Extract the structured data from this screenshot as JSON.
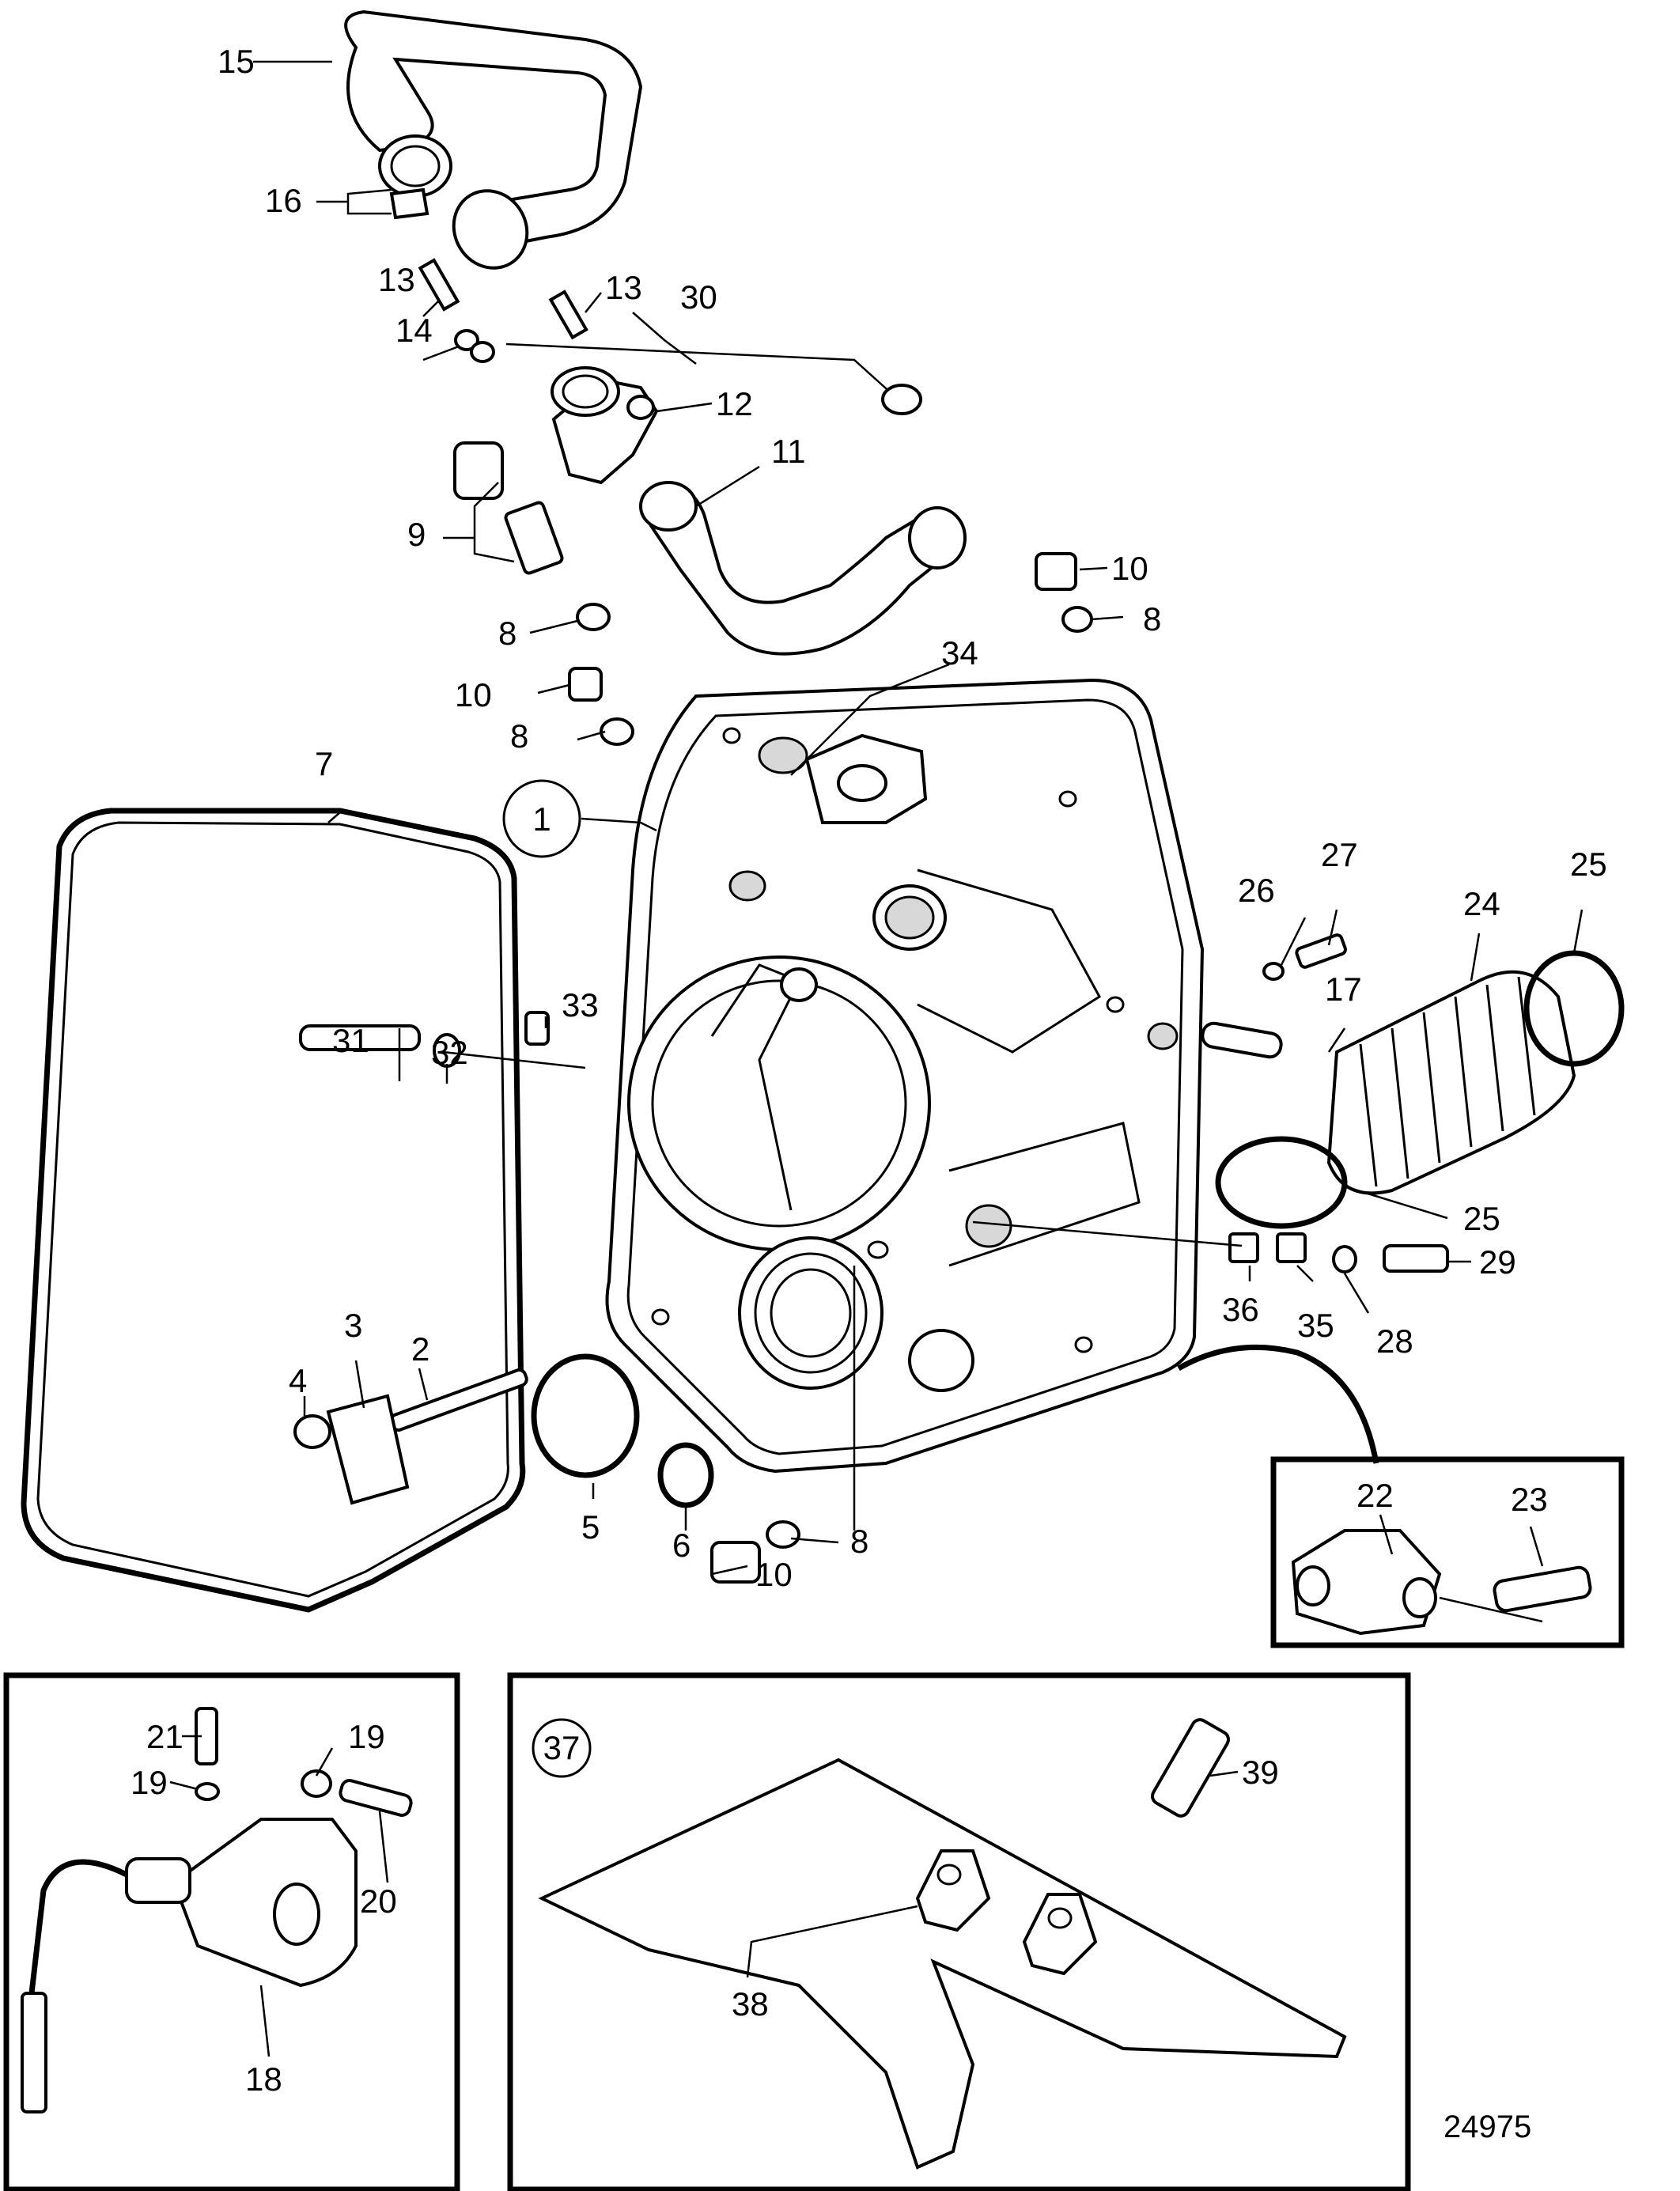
{
  "figure_number": "24975",
  "main_group_label": "1",
  "inset_labels": {
    "transom_shield": "37"
  },
  "callouts": {
    "c2": "2",
    "c3": "3",
    "c4": "4",
    "c5": "5",
    "c6": "6",
    "c7": "7",
    "c8a": "8",
    "c8b": "8",
    "c8c": "8",
    "c8d": "8",
    "c9": "9",
    "c10a": "10",
    "c10b": "10",
    "c10c": "10",
    "c11": "11",
    "c12": "12",
    "c13a": "13",
    "c13b": "13",
    "c14": "14",
    "c15": "15",
    "c16": "16",
    "c17": "17",
    "c18": "18",
    "c19a": "19",
    "c19b": "19",
    "c20": "20",
    "c21": "21",
    "c22": "22",
    "c23": "23",
    "c24": "24",
    "c25a": "25",
    "c25b": "25",
    "c26": "26",
    "c27": "27",
    "c28": "28",
    "c29": "29",
    "c30": "30",
    "c31": "31",
    "c32": "32",
    "c33": "33",
    "c34": "34",
    "c35": "35",
    "c36": "36",
    "c38": "38",
    "c39": "39"
  }
}
